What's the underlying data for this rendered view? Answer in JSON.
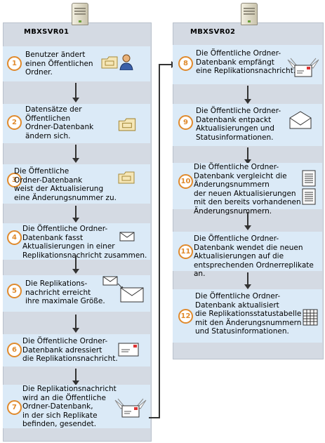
{
  "servers": [
    {
      "name": "MBXSVR01",
      "icon": "server-icon"
    },
    {
      "name": "MBXSVR02",
      "icon": "server-icon"
    }
  ],
  "steps": [
    {
      "number": "1",
      "text": "Benutzer ändert\neinen Öffentlichen\nOrdner."
    },
    {
      "number": "2",
      "text": "Datensätze der\nÖffentlichen\nOrdner-Datenbank\nändern sich."
    },
    {
      "number": "3",
      "text": "Die Öffentliche\nOrdner-Datenbank\nweist der Aktualisierung\neine Änderungsnummer zu."
    },
    {
      "number": "4",
      "text": "Die Öffentliche Ordner-\nDatenbank fasst\nAktualisierungen in einer\nReplikationsnachricht zusammen."
    },
    {
      "number": "5",
      "text": "Die Replikations-\nnachricht erreicht\nihre maximale Größe."
    },
    {
      "number": "6",
      "text": "Die Öffentliche Ordner-\nDatenbank adressiert\ndie Replikationsnachricht."
    },
    {
      "number": "7",
      "text": "Die Replikationsnachricht\nwird an die Öffentliche\nOrdner-Datenbank,\nin der sich Replikate\nbefinden, gesendet."
    },
    {
      "number": "8",
      "text": "Die Öffentliche Ordner-\nDatenbank empfängt\neine Replikationsnachricht."
    },
    {
      "number": "9",
      "text": "Die Öffentliche Ordner-\nDatenbank entpackt\nAktualisierungen und\nStatusinformationen."
    },
    {
      "number": "10",
      "text": "Die Öffentliche Ordner-\nDatenbank vergleicht die\nÄnderungsnummern\nder neuen Aktualisierungen\nmit den bereits vorhandenen\nÄnderungsnummern."
    },
    {
      "number": "11",
      "text": "Die Öffentliche Ordner-\nDatenbank wendet die neuen\nAktualisierungen auf die\nentsprechenden Ordnerreplikate an."
    },
    {
      "number": "12",
      "text": "Die Öffentliche Ordner-\nDatenbank aktualisiert\ndie Replikationsstatustabelle\nmit den Änderungsnummern\nund Statusinformationen."
    }
  ],
  "colors": {
    "panel": "#d4dae3",
    "step": "#dbeaf7",
    "badge": "#e08a2c",
    "arrow": "#333333"
  }
}
